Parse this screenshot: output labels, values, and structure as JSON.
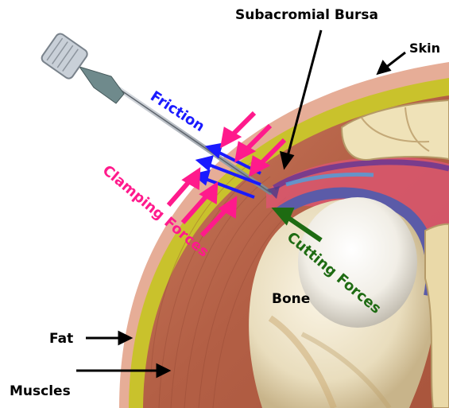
{
  "labels": {
    "bursa": "Subacromial Bursa",
    "skin": "Skin",
    "friction": "Friction",
    "clamping": "Clamping Forces",
    "cutting": "Cutting Forces",
    "bone": "Bone",
    "fat": "Fat",
    "muscles": "Muscles"
  },
  "colors": {
    "friction_arrow": "#1a1aff",
    "clamping_arrow": "#ff1a8c",
    "cutting_arrow": "#1e6b12",
    "pointer": "#000000",
    "skin": "#e8b09a",
    "fat": "#c7c22a",
    "muscle": "#b5624a",
    "bone": "#e8dcc0",
    "cartilage": "#5a5aa8"
  }
}
